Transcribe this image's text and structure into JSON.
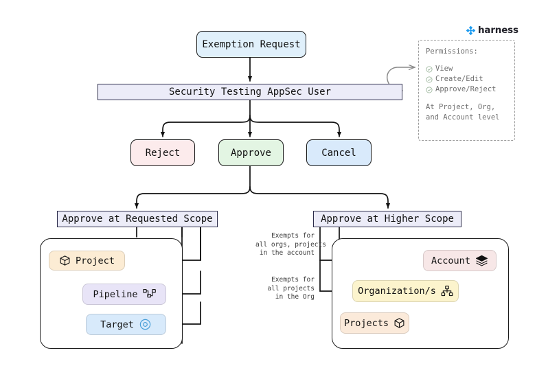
{
  "brand": {
    "name": "harness",
    "logo_icon": "harness-diamond-icon",
    "accent": "#1b9aef"
  },
  "flow": {
    "start": {
      "label": "Exemption Request",
      "bg": "#e0f0fb"
    },
    "actor": {
      "label": "Security Testing AppSec User",
      "bg": "#ececf8"
    },
    "actions": [
      {
        "name": "reject",
        "label": "Reject",
        "bg": "#fcebec"
      },
      {
        "name": "approve",
        "label": "Approve",
        "bg": "#e3f5e3"
      },
      {
        "name": "cancel",
        "label": "Cancel",
        "bg": "#d9eafb"
      }
    ],
    "scopes": [
      {
        "name": "requested",
        "label": "Approve at Requested Scope",
        "bg": "#ececf8"
      },
      {
        "name": "higher",
        "label": "Approve at Higher Scope",
        "bg": "#ececf8"
      }
    ]
  },
  "permissions": {
    "title": "Permissions:",
    "items": [
      {
        "icon": "check-circle-icon",
        "label": "View"
      },
      {
        "icon": "check-circle-icon",
        "label": "Create/Edit"
      },
      {
        "icon": "check-circle-icon",
        "label": "Approve/Reject"
      }
    ],
    "footer_line1": "At Project, Org,",
    "footer_line2": "and Account level"
  },
  "requested_scope_group": {
    "entities": [
      {
        "name": "project",
        "label": "Project",
        "icon": "cube-icon",
        "icon_side": "left",
        "bg": "#fcecd4"
      },
      {
        "name": "pipeline",
        "label": "Pipeline",
        "icon": "pipeline-icon",
        "icon_side": "right",
        "bg": "#e8e4f7"
      },
      {
        "name": "target",
        "label": "Target",
        "icon": "target-icon",
        "icon_side": "right",
        "bg": "#d8eafb"
      }
    ]
  },
  "higher_scope_group": {
    "entities": [
      {
        "name": "account",
        "label": "Account",
        "icon": "layers-icon",
        "icon_side": "right",
        "bg": "#f7e7e7"
      },
      {
        "name": "organizations",
        "label": "Organization/s",
        "icon": "org-icon",
        "icon_side": "right",
        "bg": "#fcf4cd"
      },
      {
        "name": "projects",
        "label": "Projects",
        "icon": "cube-icon",
        "icon_side": "right",
        "bg": "#fbeada"
      }
    ],
    "notes": [
      {
        "name": "account-note",
        "text": "Exempts for\nall orgs, projects\nin the account"
      },
      {
        "name": "org-note",
        "text": "Exempts for\nall projects\nin the Org"
      }
    ]
  }
}
